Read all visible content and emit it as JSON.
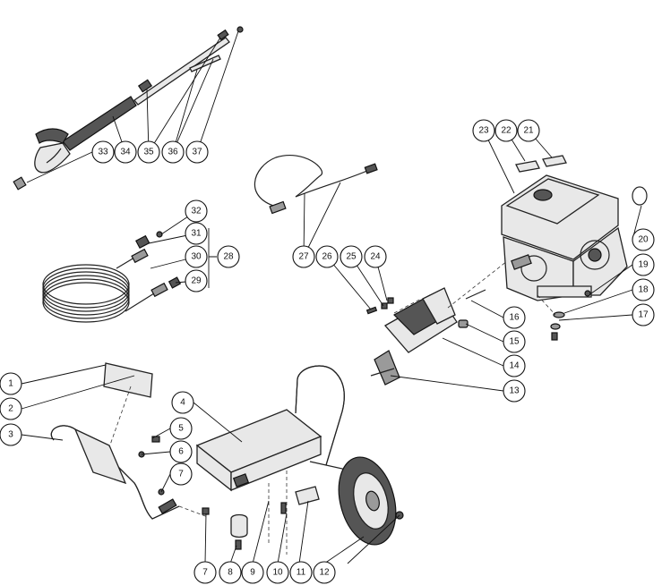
{
  "callouts": [
    {
      "label": "1"
    },
    {
      "label": "2"
    },
    {
      "label": "3"
    },
    {
      "label": "4"
    },
    {
      "label": "5"
    },
    {
      "label": "6"
    },
    {
      "label": "7"
    },
    {
      "label": "7"
    },
    {
      "label": "8"
    },
    {
      "label": "9"
    },
    {
      "label": "10"
    },
    {
      "label": "11"
    },
    {
      "label": "12"
    },
    {
      "label": "13"
    },
    {
      "label": "14"
    },
    {
      "label": "15"
    },
    {
      "label": "16"
    },
    {
      "label": "17"
    },
    {
      "label": "18"
    },
    {
      "label": "19"
    },
    {
      "label": "20"
    },
    {
      "label": "21"
    },
    {
      "label": "22"
    },
    {
      "label": "23"
    },
    {
      "label": "24"
    },
    {
      "label": "25"
    },
    {
      "label": "26"
    },
    {
      "label": "27"
    },
    {
      "label": "28"
    },
    {
      "label": "29"
    },
    {
      "label": "30"
    },
    {
      "label": "31"
    },
    {
      "label": "32"
    },
    {
      "label": "33"
    },
    {
      "label": "34"
    },
    {
      "label": "35"
    },
    {
      "label": "36"
    },
    {
      "label": "37"
    }
  ]
}
